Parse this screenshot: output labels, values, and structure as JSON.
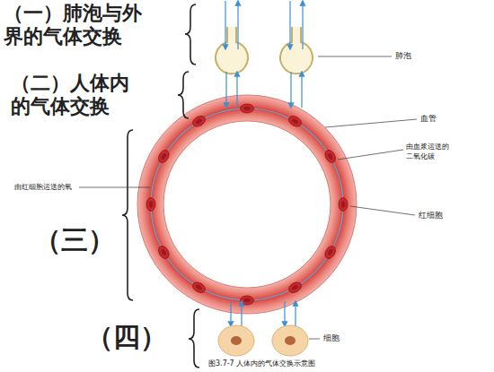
{
  "diagram": {
    "caption": "图3.7-7 人体内的气体交换示意图",
    "labels": [
      "（一）肺泡与外界的气体交换",
      "（二）人体内的气体交换",
      "（三）",
      "（四）",
      "肺泡",
      "血管",
      "由血浆运送的二氧化碳",
      "由红细胞运送的氧",
      "红细胞",
      "细胞"
    ]
  }
}
